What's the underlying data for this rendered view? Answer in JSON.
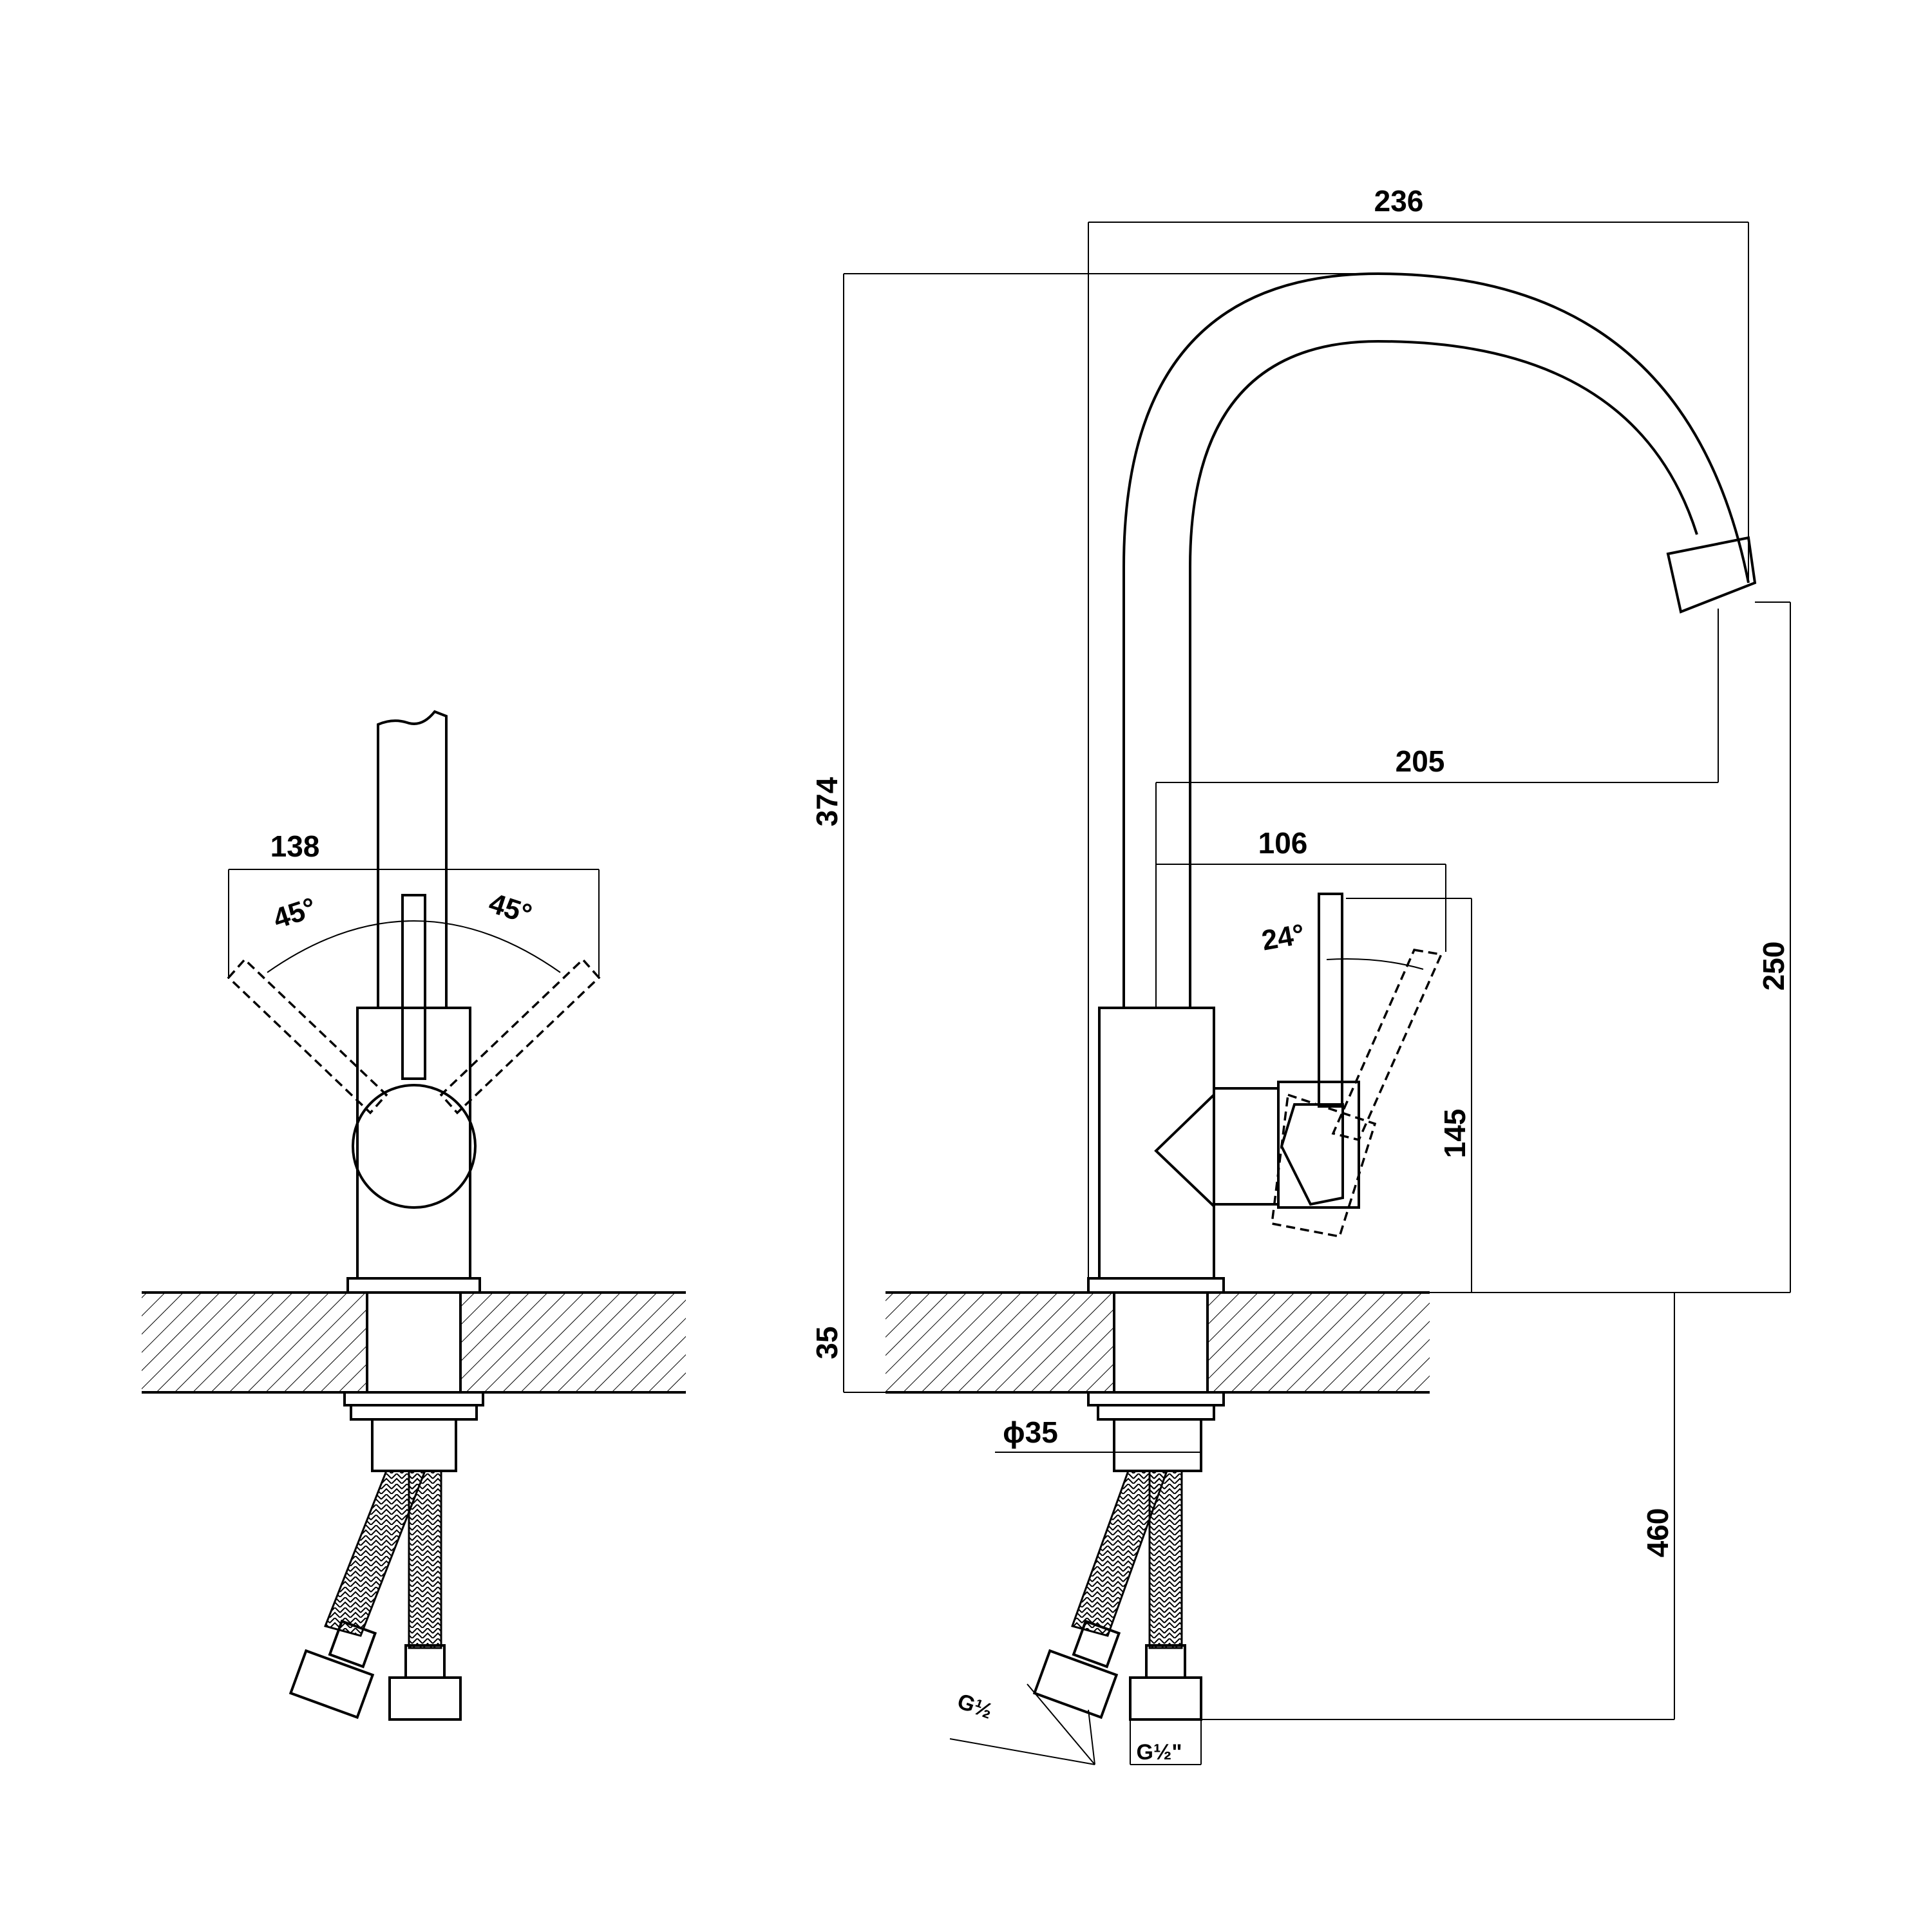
{
  "front_view": {
    "width_label": "138",
    "angle_left_label": "45°",
    "angle_right_label": "45°"
  },
  "side_view": {
    "spout_reach_label": "236",
    "height_label": "374",
    "outlet_height_label": "250",
    "spout_offset_label": "205",
    "lever_reach_label": "106",
    "lever_angle_label": "24°",
    "lever_height_label": "145",
    "countertop_label": "35",
    "shank_diameter_label": "ϕ35",
    "hose_length_label": "460",
    "hose_thread_left": "G½",
    "hose_thread_right": "G½\""
  }
}
